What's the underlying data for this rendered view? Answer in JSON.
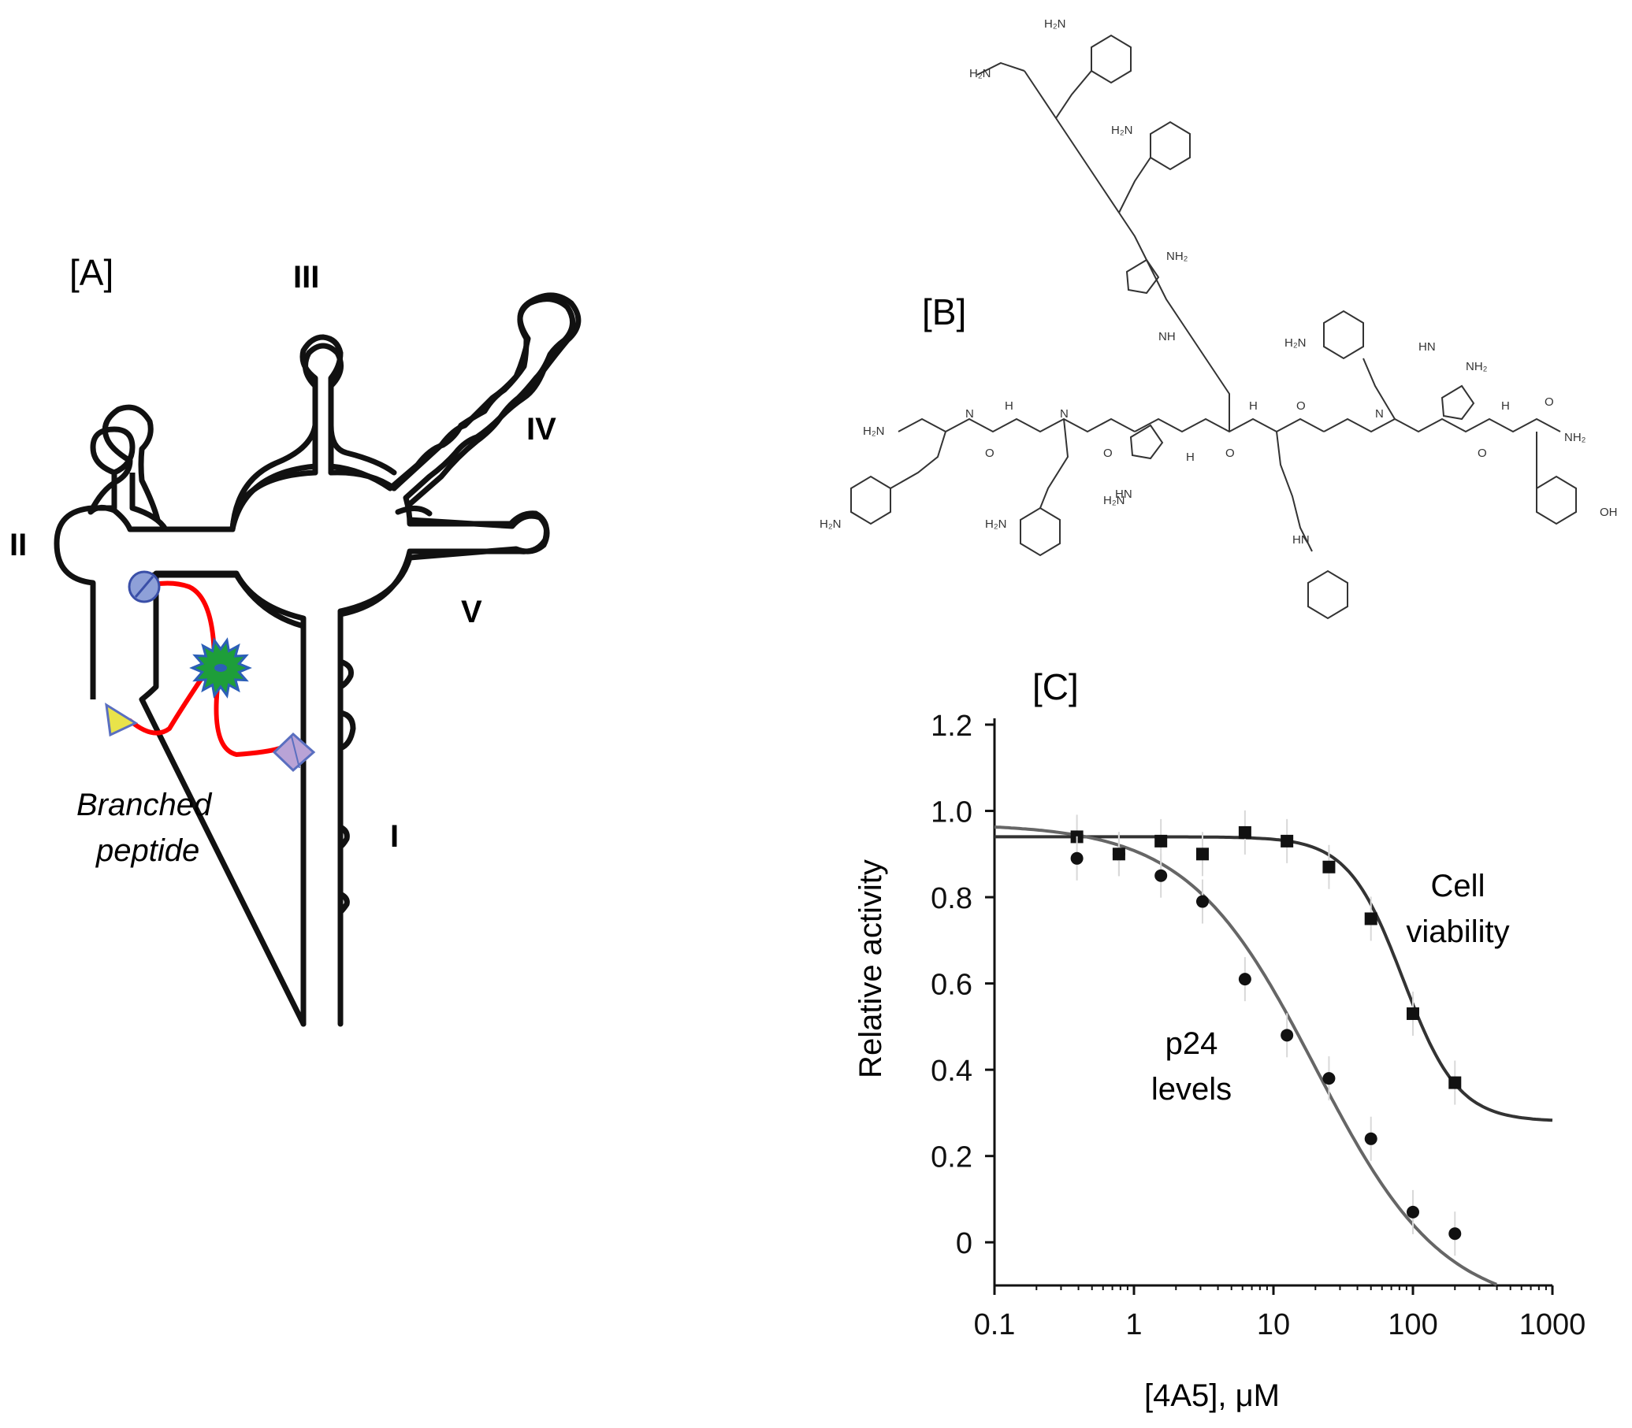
{
  "panel_a": {
    "label": "[A]",
    "stems": {
      "i": "I",
      "ii": "II",
      "iii": "III",
      "iv": "IV",
      "v": "V"
    },
    "caption_line1": "Branched",
    "caption_line2": "peptide",
    "colors": {
      "rna": "#111111",
      "linker": "#ff0000",
      "hub": "#1e9e3a",
      "circle": "#8ea0d8",
      "triangle": "#e9e34a",
      "diamond": "#b9a3d6"
    }
  },
  "panel_b": {
    "label": "[B]",
    "atoms": {
      "h2n": "H₂N",
      "nh2": "NH₂",
      "nh": "NH",
      "hn": "HN",
      "n": "N",
      "h": "H",
      "o": "O",
      "oh": "OH",
      "nh_imine": "HN"
    }
  },
  "panel_c": {
    "label": "[C]",
    "chart_data": {
      "type": "scatter",
      "xlabel": "[4A5], μM",
      "ylabel": "Relative activity",
      "xscale": "log",
      "xlim": [
        0.1,
        1000
      ],
      "ylim": [
        -0.1,
        1.2
      ],
      "x_ticks": [
        "0.1",
        "1",
        "10",
        "100",
        "1000"
      ],
      "y_ticks": [
        "0",
        "0.2",
        "0.4",
        "0.6",
        "0.8",
        "1.0",
        "1.2"
      ],
      "y_tick_values": [
        0,
        0.2,
        0.4,
        0.6,
        0.8,
        1.0,
        1.2
      ],
      "x_tick_values": [
        0.1,
        1,
        10,
        100,
        1000
      ],
      "grid": false,
      "series": [
        {
          "name": "Cell viability",
          "label_line1": "Cell",
          "label_line2": "viability",
          "marker": "square",
          "x": [
            0.39,
            0.78,
            1.56,
            3.1,
            6.25,
            12.5,
            25,
            50,
            100,
            200
          ],
          "y": [
            0.94,
            0.9,
            0.93,
            0.9,
            0.95,
            0.93,
            0.87,
            0.75,
            0.53,
            0.37
          ],
          "fit": {
            "top": 0.94,
            "bottom": 0.28,
            "ec50": 85,
            "hill": 2.2
          }
        },
        {
          "name": "p24 levels",
          "label_line1": "p24",
          "label_line2": "levels",
          "marker": "circle",
          "x": [
            0.39,
            0.78,
            1.56,
            3.1,
            6.25,
            12.5,
            25,
            50,
            100,
            200
          ],
          "y": [
            0.89,
            0.9,
            0.85,
            0.79,
            0.61,
            0.48,
            0.38,
            0.24,
            0.07,
            0.02
          ],
          "fit": {
            "top": 0.97,
            "bottom": -0.16,
            "ec50": 20,
            "hill": 0.95
          }
        }
      ]
    }
  }
}
